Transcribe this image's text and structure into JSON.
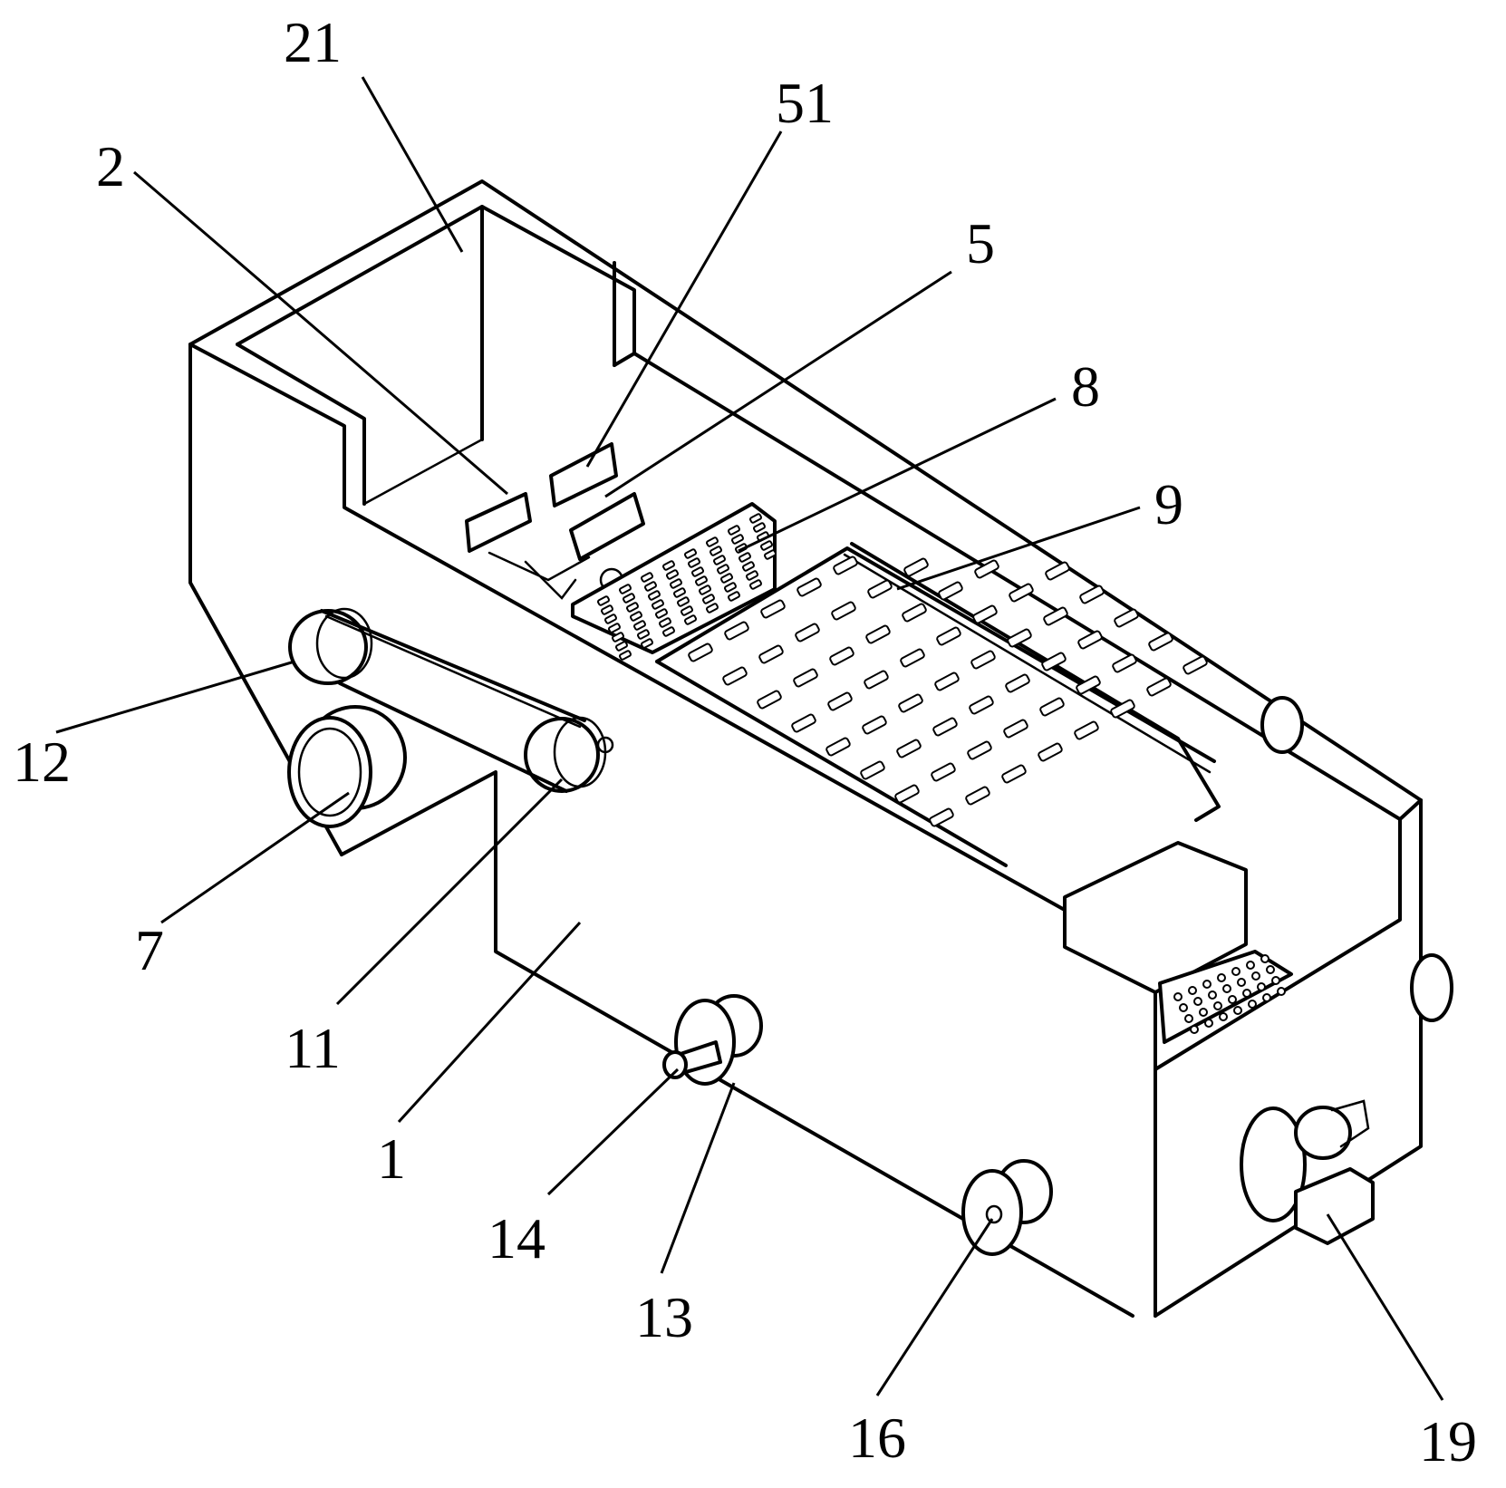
{
  "figure": {
    "callouts": [
      {
        "id": "21",
        "label": "21"
      },
      {
        "id": "51",
        "label": "51"
      },
      {
        "id": "2",
        "label": "2"
      },
      {
        "id": "5",
        "label": "5"
      },
      {
        "id": "8",
        "label": "8"
      },
      {
        "id": "9",
        "label": "9"
      },
      {
        "id": "12",
        "label": "12"
      },
      {
        "id": "7",
        "label": "7"
      },
      {
        "id": "11",
        "label": "11"
      },
      {
        "id": "1",
        "label": "1"
      },
      {
        "id": "14",
        "label": "14"
      },
      {
        "id": "13",
        "label": "13"
      },
      {
        "id": "16",
        "label": "16"
      },
      {
        "id": "19",
        "label": "19"
      }
    ]
  }
}
